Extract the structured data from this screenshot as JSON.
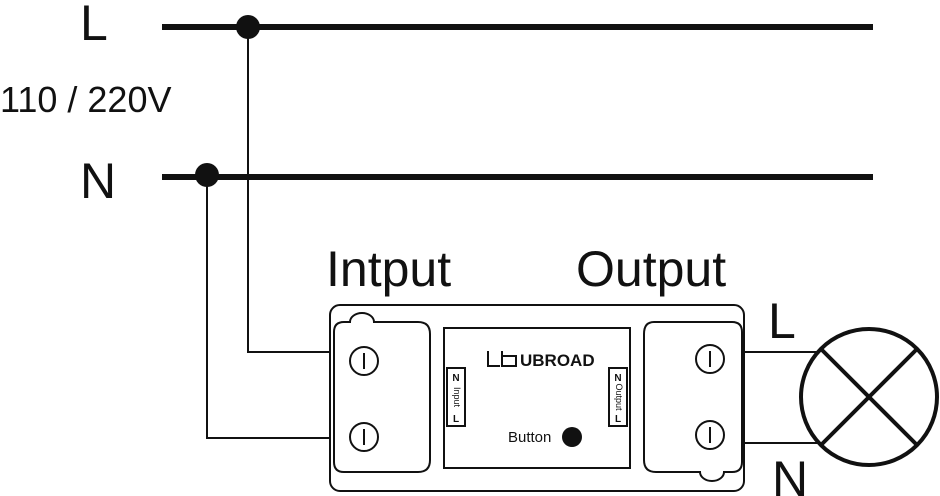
{
  "supply": {
    "line_label": "L",
    "neutral_label": "N",
    "voltage_label": "110 / 220V"
  },
  "module": {
    "input_title": "Intput",
    "output_title": "Output",
    "brand_name": "UBROAD",
    "input_side": {
      "top": "N",
      "middle": "Input",
      "bottom": "L"
    },
    "output_side": {
      "top": "N",
      "middle": "Output",
      "bottom": "L"
    },
    "button_label": "Button"
  },
  "load": {
    "line_label": "L",
    "neutral_label": "N",
    "icon": "lamp-icon"
  }
}
